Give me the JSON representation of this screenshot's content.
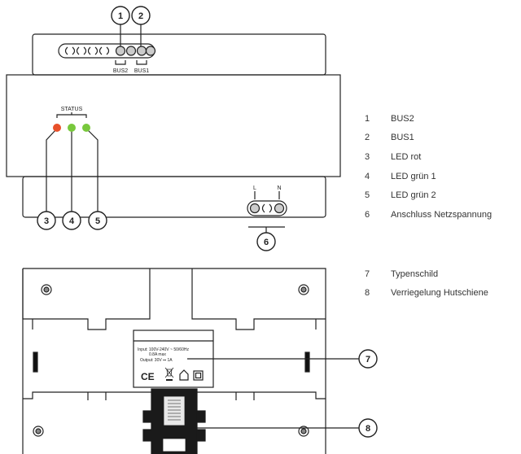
{
  "diagram": {
    "callout_numbers": [
      "1",
      "2",
      "3",
      "4",
      "5",
      "6",
      "7",
      "8"
    ],
    "terminal_labels": {
      "bus2": "BUS2",
      "bus1": "BUS1",
      "l": "L",
      "n": "N"
    },
    "status_label": "STATUS",
    "led_colors": {
      "red": "#e8502a",
      "green": "#78c83c"
    },
    "nameplate": {
      "input": "Input: 100V-240V ~ 50/60Hz",
      "current": "0.8A max",
      "output": "Output: 30V ⎓ 1A",
      "ce_mark": "CE"
    }
  },
  "legend_top": [
    {
      "num": "1",
      "label": "BUS2"
    },
    {
      "num": "2",
      "label": "BUS1"
    },
    {
      "num": "3",
      "label": "LED rot"
    },
    {
      "num": "4",
      "label": "LED grün 1"
    },
    {
      "num": "5",
      "label": "LED grün 2"
    },
    {
      "num": "6",
      "label": "Anschluss Netzspannung"
    }
  ],
  "legend_bottom": [
    {
      "num": "7",
      "label": "Typenschild"
    },
    {
      "num": "8",
      "label": "Verriegelung Hutschiene"
    }
  ]
}
